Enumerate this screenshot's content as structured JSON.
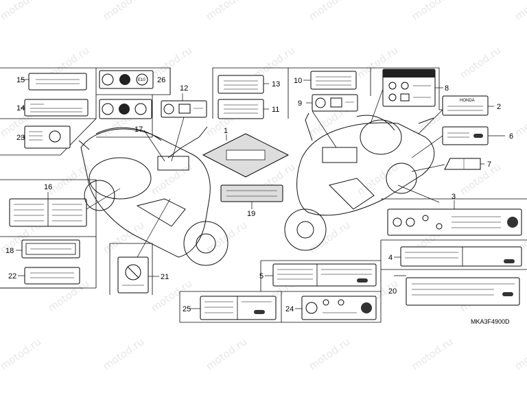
{
  "diagram": {
    "watermark_text": "motod.ru",
    "part_code": "MKA3F4900D",
    "emblem_text": "HONDA",
    "e_mark_text": "E10",
    "callouts": [
      "1",
      "2",
      "3",
      "4",
      "5",
      "6",
      "7",
      "8",
      "9",
      "10",
      "11",
      "12",
      "13",
      "14",
      "15",
      "16",
      "17",
      "18",
      "19",
      "20",
      "21",
      "22",
      "23",
      "24",
      "25",
      "26"
    ]
  }
}
